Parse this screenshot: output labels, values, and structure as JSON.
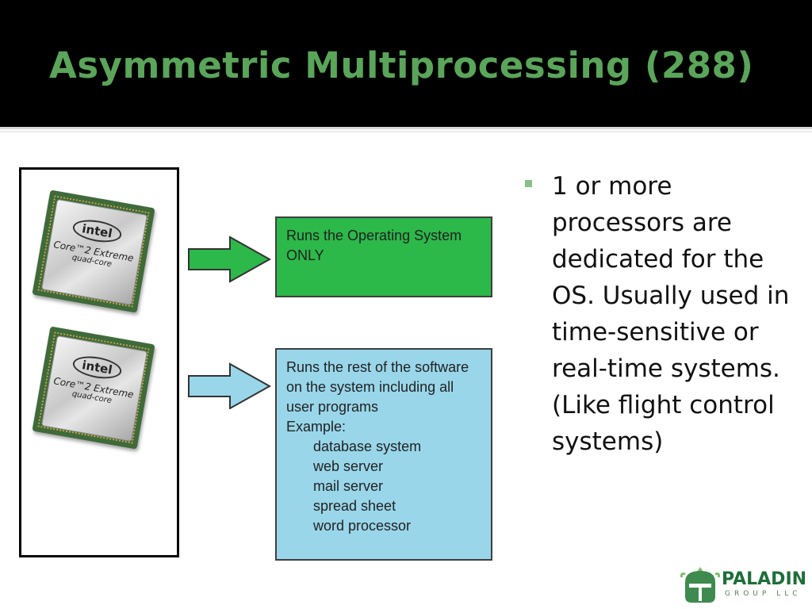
{
  "slide": {
    "title": "Asymmetric Multiprocessing (288)"
  },
  "processors": [
    {
      "logo": "intel",
      "line1": "Core™2 Extreme",
      "line2": "quad-core"
    },
    {
      "logo": "intel",
      "line1": "Core™2 Extreme",
      "line2": "quad-core"
    }
  ],
  "os_box": {
    "text": "Runs the Operating System ONLY",
    "color": "#2db84a"
  },
  "user_box": {
    "text": "Runs the rest of the software on the system including all user programs",
    "example_label": "Example:",
    "examples": [
      "database system",
      "web server",
      "mail server",
      "spread sheet",
      "word processor"
    ],
    "color": "#99d6ea"
  },
  "bullet": {
    "text": "1 or more processors are dedicated for the OS. Usually used in time-sensitive or real-time systems.  (Like flight control systems)"
  },
  "brand": {
    "name": "PALADIN",
    "subtitle": "GROUP LLC",
    "icon": "knight-helmet-icon"
  },
  "colors": {
    "header": "#000000",
    "title": "#5aa55a",
    "bullet": "#8abf8a"
  }
}
